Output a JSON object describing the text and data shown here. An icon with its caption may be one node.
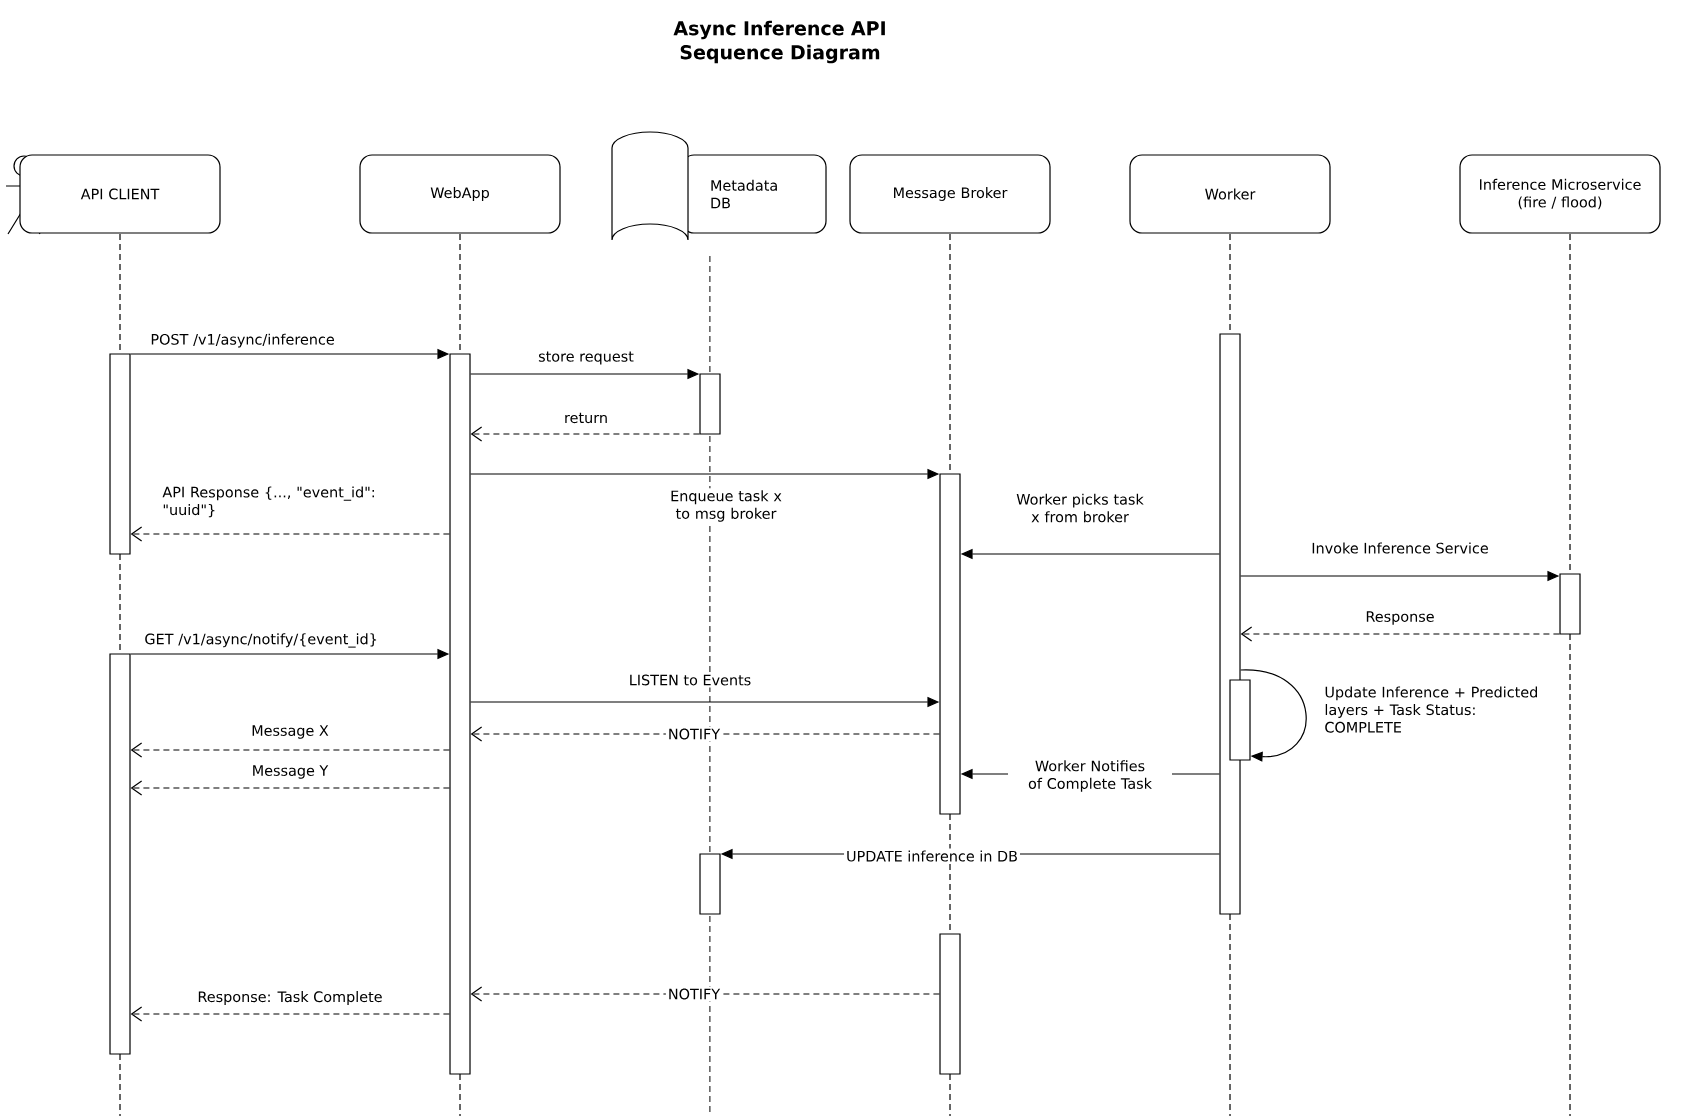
{
  "diagram": {
    "title": "Async Inference API Sequence Diagram",
    "nodes": [
      {
        "text": [
          "API CLIENT"
        ]
      },
      {
        "text": [
          "WebApp"
        ]
      },
      {
        "text": [
          "Metadata DB"
        ]
      },
      {
        "text": [
          "Message Broker"
        ]
      },
      {
        "text": [
          "Worker"
        ]
      },
      {
        "text": [
          "Inference Microservice (fire / flood)"
        ]
      },
      {
        "text": [],
        "shape": "bar"
      },
      {
        "text": [],
        "shape": "bar"
      },
      {
        "text": [],
        "shape": "bar"
      },
      {
        "text": [],
        "shape": "bar"
      },
      {
        "text": [],
        "shape": "bar"
      },
      {
        "text": [],
        "shape": "bar"
      },
      {
        "text": [],
        "shape": "bar"
      },
      {
        "text": [],
        "shape": "bar"
      },
      {
        "text": [],
        "shape": "bar"
      },
      {
        "text": [],
        "shape": "bar"
      }
    ],
    "edges": [
      {
        "from": 6,
        "to": 7,
        "arrow": "to",
        "label": "POST /v1/async/inference"
      },
      {
        "from": 7,
        "to": 8,
        "arrow": "to",
        "label": "store request"
      },
      {
        "from": 8,
        "to": 7,
        "arrow": "to",
        "label": "return",
        "style": "dashed"
      },
      {
        "from": 7,
        "to": 9,
        "arrow": "to",
        "label": "Enqueue task x to msg broker"
      },
      {
        "from": 7,
        "to": 6,
        "arrow": "to",
        "label": "API Response {..., \"event_id\": \"uuid\"}",
        "style": "dashed"
      },
      {
        "from": 10,
        "to": 9,
        "arrow": "to",
        "label": "Worker picks task x from broker"
      },
      {
        "from": 10,
        "to": 11,
        "arrow": "to",
        "label": "Invoke Inference Service"
      },
      {
        "from": 11,
        "to": 10,
        "arrow": "to",
        "label": "Response",
        "style": "dashed"
      },
      {
        "from": 12,
        "to": 7,
        "arrow": "to",
        "label": "GET /v1/async/notify/{event_id}"
      },
      {
        "from": 7,
        "to": 9,
        "arrow": "to",
        "label": "LISTEN to Events"
      },
      {
        "from": 9,
        "to": 7,
        "arrow": "to",
        "label": "NOTIFY",
        "style": "dashed"
      },
      {
        "from": 7,
        "to": 12,
        "arrow": "to",
        "label": "Message X",
        "style": "dashed"
      },
      {
        "from": 7,
        "to": 12,
        "arrow": "to",
        "label": "Message Y",
        "style": "dashed"
      },
      {
        "from": 10,
        "to": 13,
        "arrow": "to",
        "label": "Update Inference + Predicted layers + Task Status: COMPLETE"
      },
      {
        "from": 10,
        "to": 9,
        "arrow": "to",
        "label": "Worker Notifies of Complete Task"
      },
      {
        "from": 10,
        "to": 14,
        "arrow": "to",
        "label": "UPDATE inference in DB"
      },
      {
        "from": 15,
        "to": 7,
        "arrow": "to",
        "label": "NOTIFY",
        "style": "dashed"
      },
      {
        "from": 7,
        "to": 12,
        "arrow": "to",
        "label": "Response: Task Complete",
        "style": "dashed"
      }
    ]
  }
}
